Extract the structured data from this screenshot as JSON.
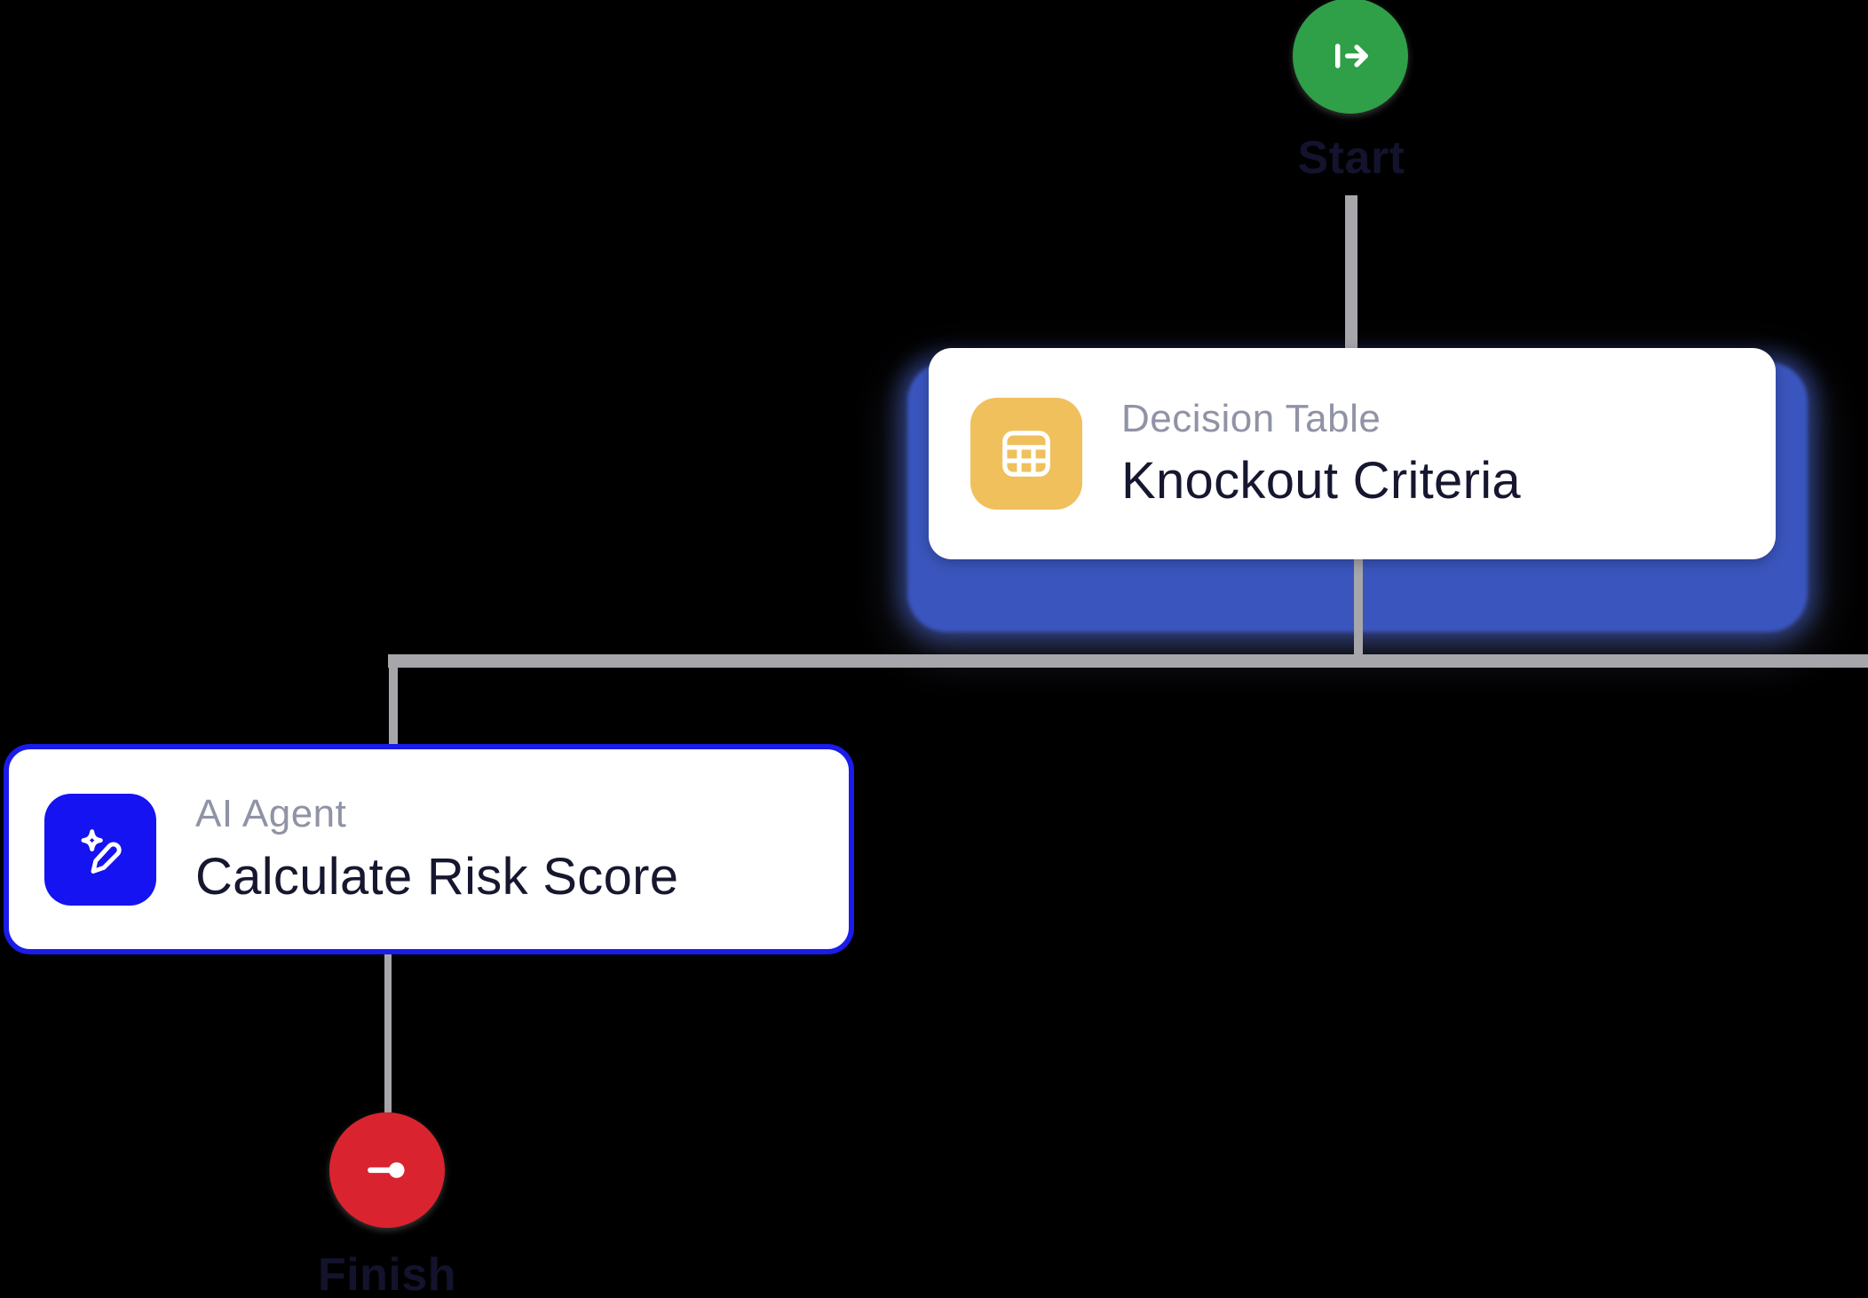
{
  "canvas": {
    "background": "#000000"
  },
  "colors": {
    "connector": "#a6a6ab",
    "card_background": "#ffffff",
    "type_label_text": "#9093a5",
    "title_text": "#16172f",
    "endpoint_label_text": "#13132d",
    "icon_glyph": "#ffffff"
  },
  "nodes": {
    "start": {
      "label": "Start",
      "circle_color": "#2f9f48",
      "icon": "start-arrow-icon"
    },
    "decision_table": {
      "type_label": "Decision Table",
      "title": "Knockout Criteria",
      "icon": "table-grid-icon",
      "icon_background": "#efc05c",
      "selection_color": "#3a55bd",
      "selected": true
    },
    "ai_agent": {
      "type_label": "AI Agent",
      "title": "Calculate Risk Score",
      "icon": "sparkle-pencil-icon",
      "icon_background": "#1513f1",
      "border_color": "#1b1bea"
    },
    "finish": {
      "label": "Finish",
      "circle_color": "#d9242f",
      "icon": "finish-dot-icon"
    }
  }
}
